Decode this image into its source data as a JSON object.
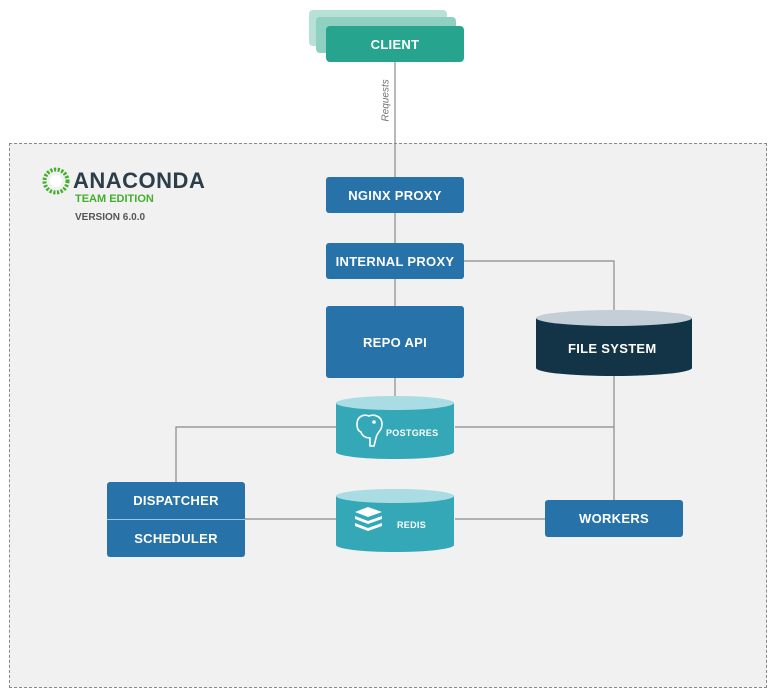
{
  "client": {
    "label": "CLIENT"
  },
  "edge": {
    "requests": "Requests"
  },
  "logo": {
    "name": "ANACONDA",
    "edition": "TEAM EDITION",
    "version": "VERSION 6.0.0"
  },
  "nodes": {
    "nginx_proxy": "NGINX PROXY",
    "internal_proxy": "INTERNAL PROXY",
    "repo_api": "REPO API",
    "file_system": "FILE SYSTEM",
    "postgres": "POSTGRES",
    "redis": "REDIS",
    "dispatcher": "DISPATCHER",
    "scheduler": "SCHEDULER",
    "workers": "WORKERS"
  },
  "colors": {
    "box_blue": "#2672a9",
    "client_green": "#26a48d",
    "db_teal": "#35a8b8",
    "filesystem_navy": "#133447",
    "line_gray": "#8a8a8a",
    "logo_green": "#43b02a"
  },
  "icons": {
    "postgres": "elephant-icon",
    "redis": "redis-stack-icon",
    "logo": "anaconda-ring-icon"
  }
}
